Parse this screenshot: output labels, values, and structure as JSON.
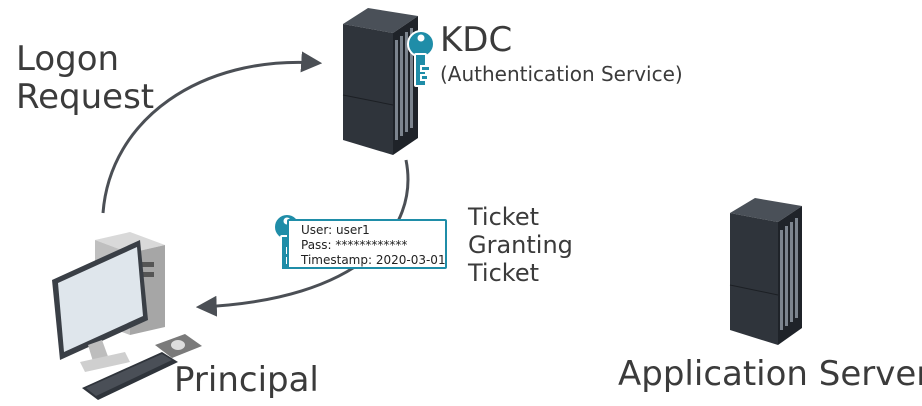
{
  "labels": {
    "logon_request_line1": "Logon",
    "logon_request_line2": "Request",
    "kdc_title": "KDC",
    "kdc_subtitle": "(Authentication Service)",
    "tgt_line1": "Ticket",
    "tgt_line2": "Granting",
    "tgt_line3": "Ticket",
    "principal": "Principal",
    "application_server": "Application Server"
  },
  "ticket": {
    "user": "User: user1",
    "pass": "Pass: ************",
    "timestamp": "Timestamp: 2020-03-01"
  },
  "colors": {
    "key_teal": "#1f8da8",
    "server_dark": "#2b2f36",
    "arrow_gray": "#4b4f55",
    "text": "#3b3b3b"
  },
  "icons": [
    "server-icon",
    "key-icon",
    "computer-icon",
    "keyboard-icon",
    "mouse-icon"
  ]
}
